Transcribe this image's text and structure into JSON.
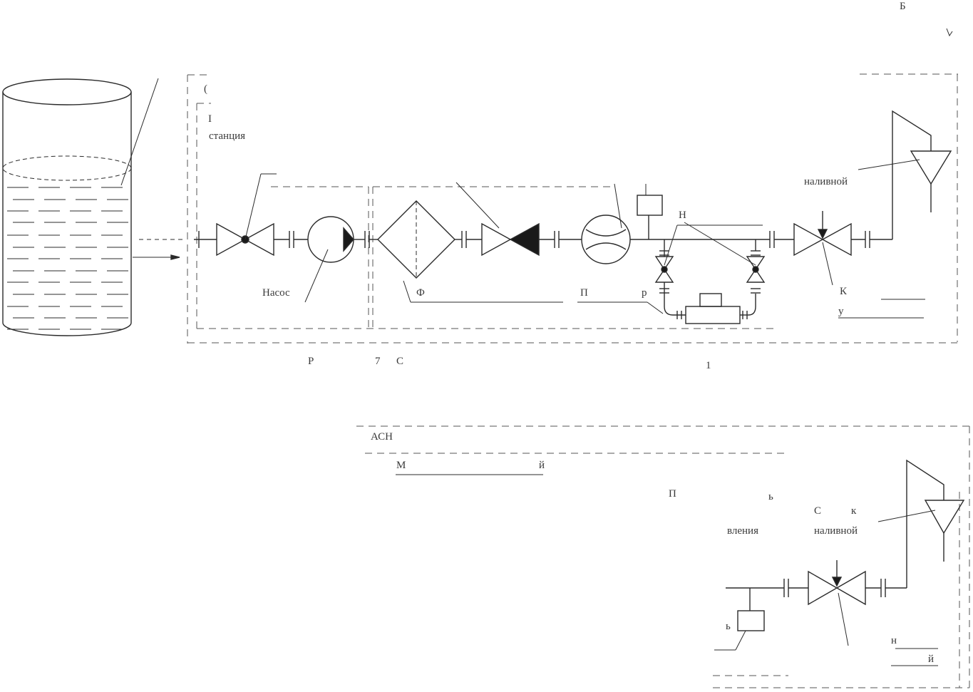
{
  "labels": {
    "corner_top_right": "Б",
    "station_frame": "(",
    "station_sub_i": "I",
    "station_name": "станция",
    "pump_label": "Насос",
    "meter_label_top": "Н",
    "filter_label": "Ф",
    "converter_label": "П",
    "converter_label_end": "р",
    "fill_device_top": "наливной",
    "valve_label": "К",
    "valve_label_sub": "у",
    "caption_start": "Р",
    "caption_fig": "7",
    "caption_letter": "С",
    "caption_end": "1",
    "lower_block_title": "АСН",
    "lower_title_start": "М",
    "lower_title_end": "й",
    "lower_right_text": "П",
    "lower_right_text2": "ь",
    "lower_right_text3": "С",
    "lower_right_text4": "к",
    "lower_mgmt": "вления",
    "lower_fill": "наливной",
    "lower_box_label": "ь",
    "lower_bottom_label": "н",
    "lower_bottom_label2": "й"
  },
  "colors": {
    "line": "#2b2b2b",
    "dash": "#555555",
    "text": "#3a3a3a"
  }
}
